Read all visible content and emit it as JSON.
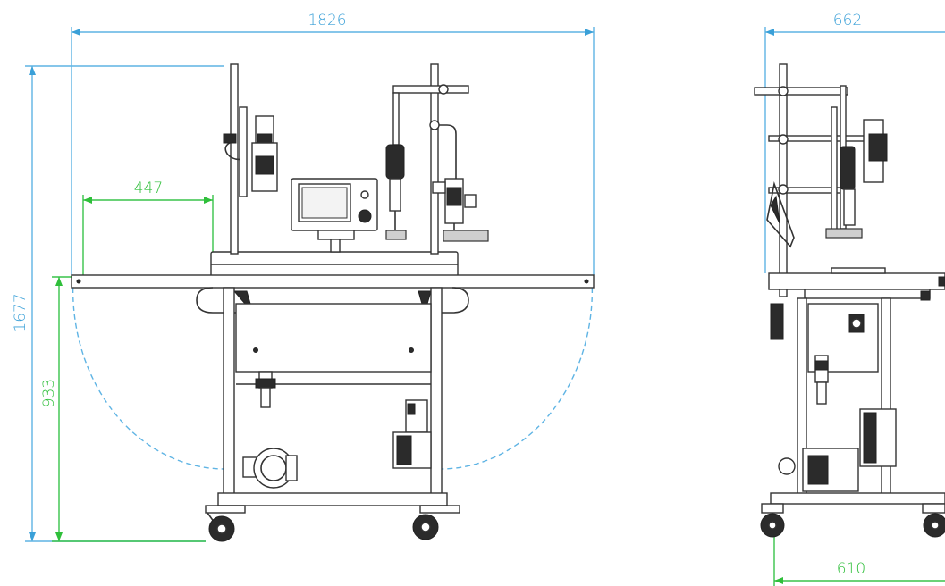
{
  "dimensions": {
    "front_width": "1826",
    "front_height": "1677",
    "table_height": "933",
    "wing_width": "447",
    "side_width": "662",
    "side_base": "610"
  },
  "colors": {
    "overall_dimension": "#3aa0d8",
    "detail_dimension": "#2fbf3a",
    "linework": "#333333"
  }
}
